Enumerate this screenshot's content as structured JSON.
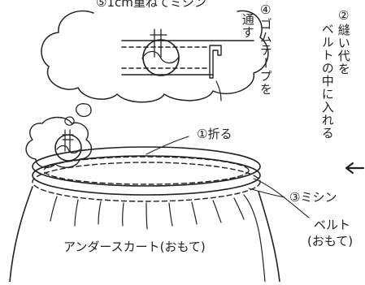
{
  "labels": {
    "step1": "①折る",
    "step2_line1": "②縫い代を",
    "step2_line2": "ベルトの中に入れる",
    "step3": "③ミシン",
    "step4_line1": "④ゴムテープを",
    "step4_line2": "通す",
    "step5": "⑤1cm重ねてミシン",
    "belt_line1": "ベルト",
    "belt_line2": "(おもて)",
    "skirt": "アンダースカート(おもて)"
  },
  "icons": {
    "arrow": "left-arrow-icon"
  },
  "colors": {
    "ink": "#222222",
    "background": "#ffffff"
  }
}
